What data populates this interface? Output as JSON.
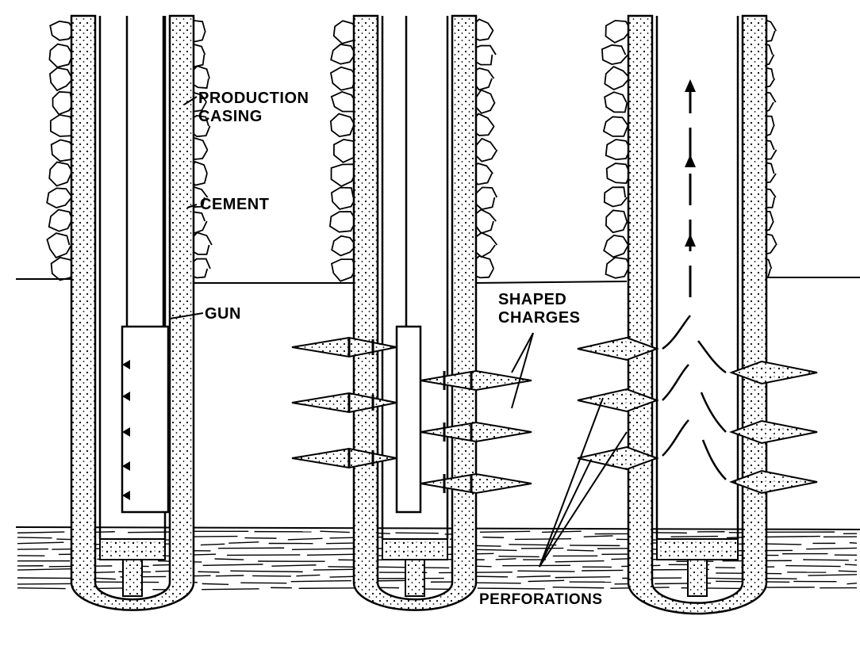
{
  "labels": {
    "production_casing_line1": "PRODUCTION",
    "production_casing_line2": "CASING",
    "cement": "CEMENT",
    "gun": "GUN",
    "shaped_charges_line1": "SHAPED",
    "shaped_charges_line2": "CHARGES",
    "perforations": "PERFORATIONS"
  },
  "colors": {
    "ink": "#000000",
    "paper": "#ffffff"
  }
}
